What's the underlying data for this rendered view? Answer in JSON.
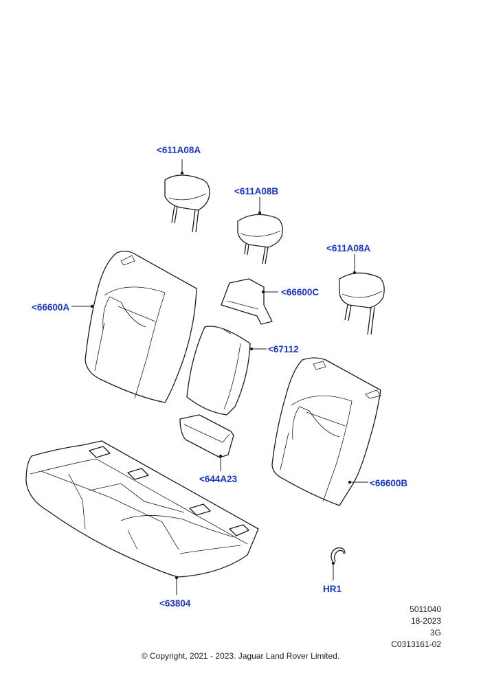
{
  "callouts": {
    "headrest_left": "<611A08A",
    "headrest_center": "<611A08B",
    "headrest_right": "<611A08A",
    "cover_66600C": "<66600C",
    "backrest_left": "<66600A",
    "armrest_67112": "<67112",
    "backrest_right": "<66600B",
    "tray_644A23": "<644A23",
    "cushion_63804": "<63804",
    "hog_ring": "HR1"
  },
  "meta": {
    "code": "5011040",
    "week": "18-2023",
    "variant": "3G",
    "illustration": "C0313161-02"
  },
  "copyright": "© Copyright, 2021 - 2023. Jaguar Land Rover Limited.",
  "colors": {
    "callout": "#1a33c8",
    "line": "#1a1a1a"
  }
}
